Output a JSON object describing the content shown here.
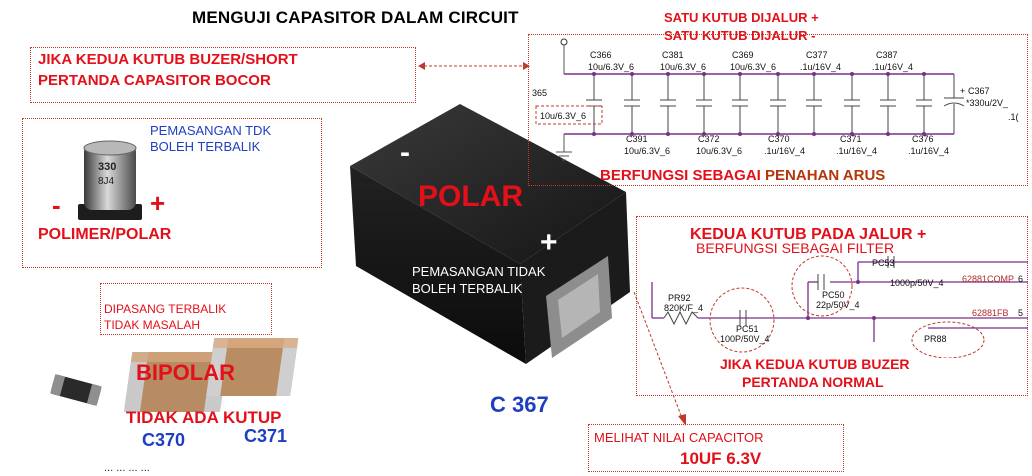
{
  "title": "MENGUJI CAPASITOR DALAM CIRCUIT",
  "top_right": {
    "line1": "SATU KUTUB DIJALUR +",
    "line2": "SATU KUTUB DIJALUR -"
  },
  "short_box": {
    "line1": "JIKA KEDUA KUTUB BUZER/SHORT",
    "line2": "PERTANDA CAPASITOR BOCOR"
  },
  "polymer_box": {
    "note_line1": "PEMASANGAN TDK",
    "note_line2": "BOLEH TERBALIK",
    "minus": "-",
    "plus": "+",
    "label": "POLIMER/POLAR",
    "cap_marking": "330",
    "cap_marking2": "8J4"
  },
  "bipolar_box": {
    "note_line1": "DIPASANG TERBALIK",
    "note_line2": "TIDAK MASALAH",
    "label": "BIPOLAR",
    "no_pole": "TIDAK ADA KUTUP",
    "c370": "C370",
    "c371": "C371"
  },
  "center": {
    "minus": "-",
    "polar": "POLAR",
    "plus": "+",
    "note_line1": "PEMASANGAN TIDAK",
    "note_line2": "BOLEH TERBALIK",
    "part": "C 367"
  },
  "value_box": {
    "line1": "MELIHAT NILAI CAPACITOR",
    "line2": "10UF 6.3V"
  },
  "schematic_top": {
    "caption_a": "BERFUNGSI SEBAGAI ",
    "caption_b": "PENAHAN ARUS",
    "left_ref": "365",
    "left_val": "10u/6.3V_6",
    "top_caps": [
      {
        "ref": "C366",
        "val": "10u/6.3V_6"
      },
      {
        "ref": "C381",
        "val": "10u/6.3V_6"
      },
      {
        "ref": "C369",
        "val": "10u/6.3V_6"
      },
      {
        "ref": "C377",
        "val": ".1u/16V_4"
      },
      {
        "ref": "C387",
        "val": ".1u/16V_4"
      }
    ],
    "bottom_caps": [
      {
        "ref": "C391",
        "val": "10u/6.3V_6"
      },
      {
        "ref": "C372",
        "val": "10u/6.3V_6"
      },
      {
        "ref": "C370",
        "val": ".1u/16V_4"
      },
      {
        "ref": "C371",
        "val": ".1u/16V_4"
      },
      {
        "ref": "C376",
        "val": ".1u/16V_4"
      }
    ],
    "right_ref": "C367",
    "right_val": "*330u/2V_",
    "right_val2": ".1(",
    "plus_mark": "+"
  },
  "schematic_bottom": {
    "header1": "KEDUA KUTUB PADA JALUR +",
    "header2": "BERFUNGSI SEBAGAI FILTER",
    "pc53_ref": "PC53",
    "pc53_val": "1000p/50V_4",
    "pc50_ref": "PC50",
    "pc50_val": "22p/50V_4",
    "pr92_ref": "PR92",
    "pr92_val": "820K/F_4",
    "pc51_ref": "PC51",
    "pc51_val": "100P/50V_4",
    "net1": "62881COMP",
    "net2": "62881FB",
    "pin5": "5",
    "pin6": "6",
    "pr88": "PR88",
    "normal1": "JIKA KEDUA KUTUB BUZER",
    "normal2": "PERTANDA NORMAL"
  },
  "footer_fragment": "... ... ... ..."
}
